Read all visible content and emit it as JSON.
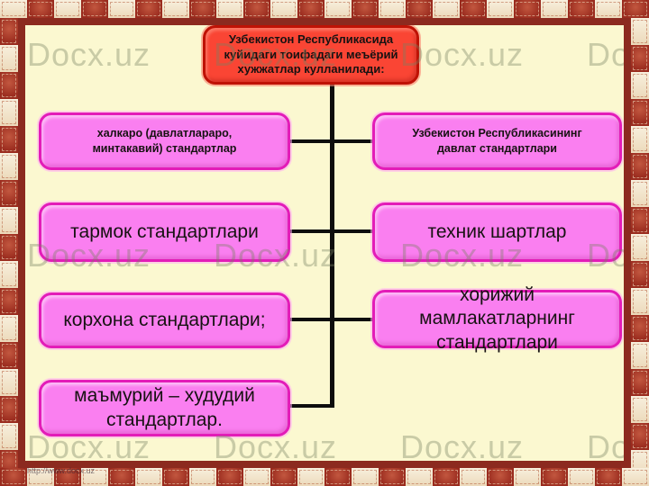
{
  "title": {
    "text": "Узбекистон Республикасида\nкуйидаги тоифадаги меъёрий\nхужжатлар кулланилади:"
  },
  "nodes": {
    "left": [
      "халкаро (давлатлараро,\nминтакавий) стандартлар",
      "тармок стандартлари",
      "корхона стандартлари;",
      "маъмурий – худудий\nстандартлар."
    ],
    "right": [
      "Узбекистон Республикасининг\nдавлат стандартлари",
      "техник шартлар",
      "хорижий мамлакатларнинг\nстандартлари"
    ]
  },
  "watermark": {
    "text": "Docx.uz",
    "footer_url": "http://www.docx.uz"
  },
  "colors": {
    "background": "#fbf8d0",
    "node_fill": "#fa7ff0",
    "node_border": "#e31cb8",
    "title_fill": "#fa4534",
    "title_border": "#bf1205",
    "frame_band": "#8c2a1f",
    "patch_dark": "#9a2b1e",
    "patch_cream": "#f4ead6",
    "connector": "#0d0d0d"
  }
}
